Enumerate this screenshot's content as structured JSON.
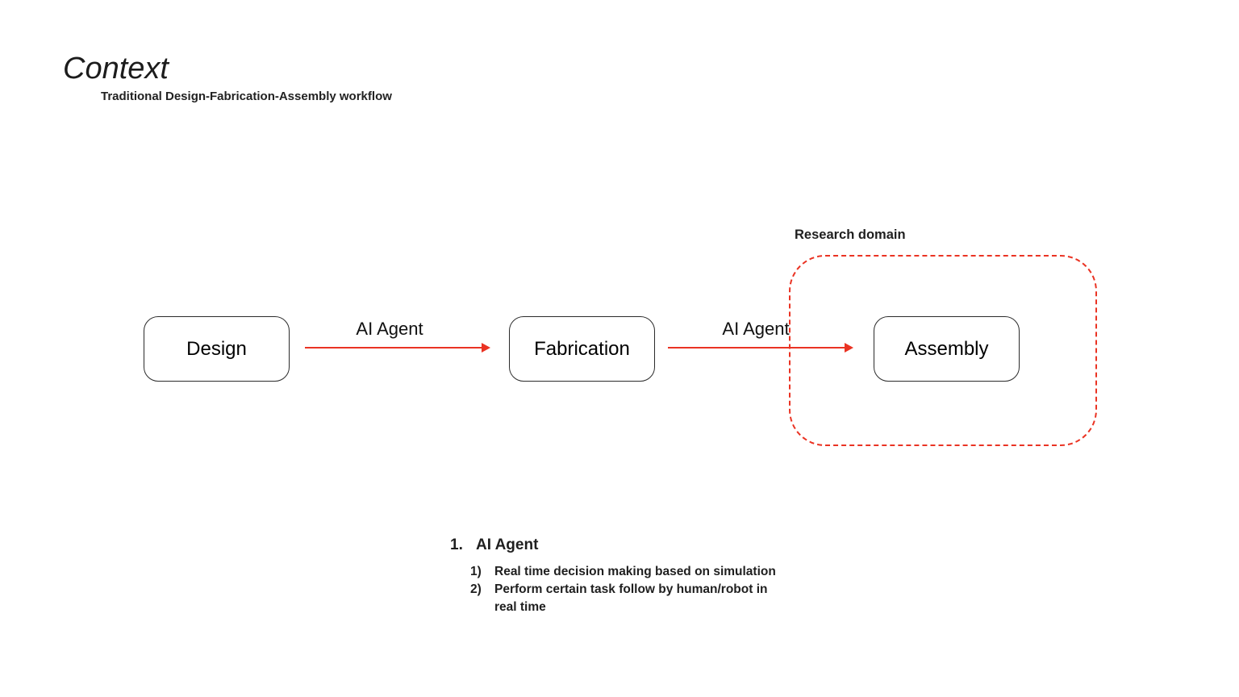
{
  "slide": {
    "title": "Context",
    "subtitle": "Traditional Design-Fabrication-Assembly workflow"
  },
  "diagram": {
    "nodes": [
      {
        "id": "design",
        "label": "Design"
      },
      {
        "id": "fabrication",
        "label": "Fabrication"
      },
      {
        "id": "assembly",
        "label": "Assembly"
      }
    ],
    "arrows": [
      {
        "from": "design",
        "to": "fabrication",
        "label": "AI Agent"
      },
      {
        "from": "fabrication",
        "to": "assembly",
        "label": "AI Agent"
      }
    ],
    "research_domain_label": "Research domain"
  },
  "notes": {
    "item_number": "1.",
    "item_title": "AI Agent",
    "sub_items": [
      {
        "number": "1)",
        "text": "Real time decision making based on simulation"
      },
      {
        "number": "2)",
        "text": "Perform certain task follow by human/robot in real time"
      }
    ]
  },
  "colors": {
    "background": "#ffffff",
    "accent_red": "#ea3323",
    "text": "#1f1f1f",
    "node_border": "#2b2b2b"
  }
}
